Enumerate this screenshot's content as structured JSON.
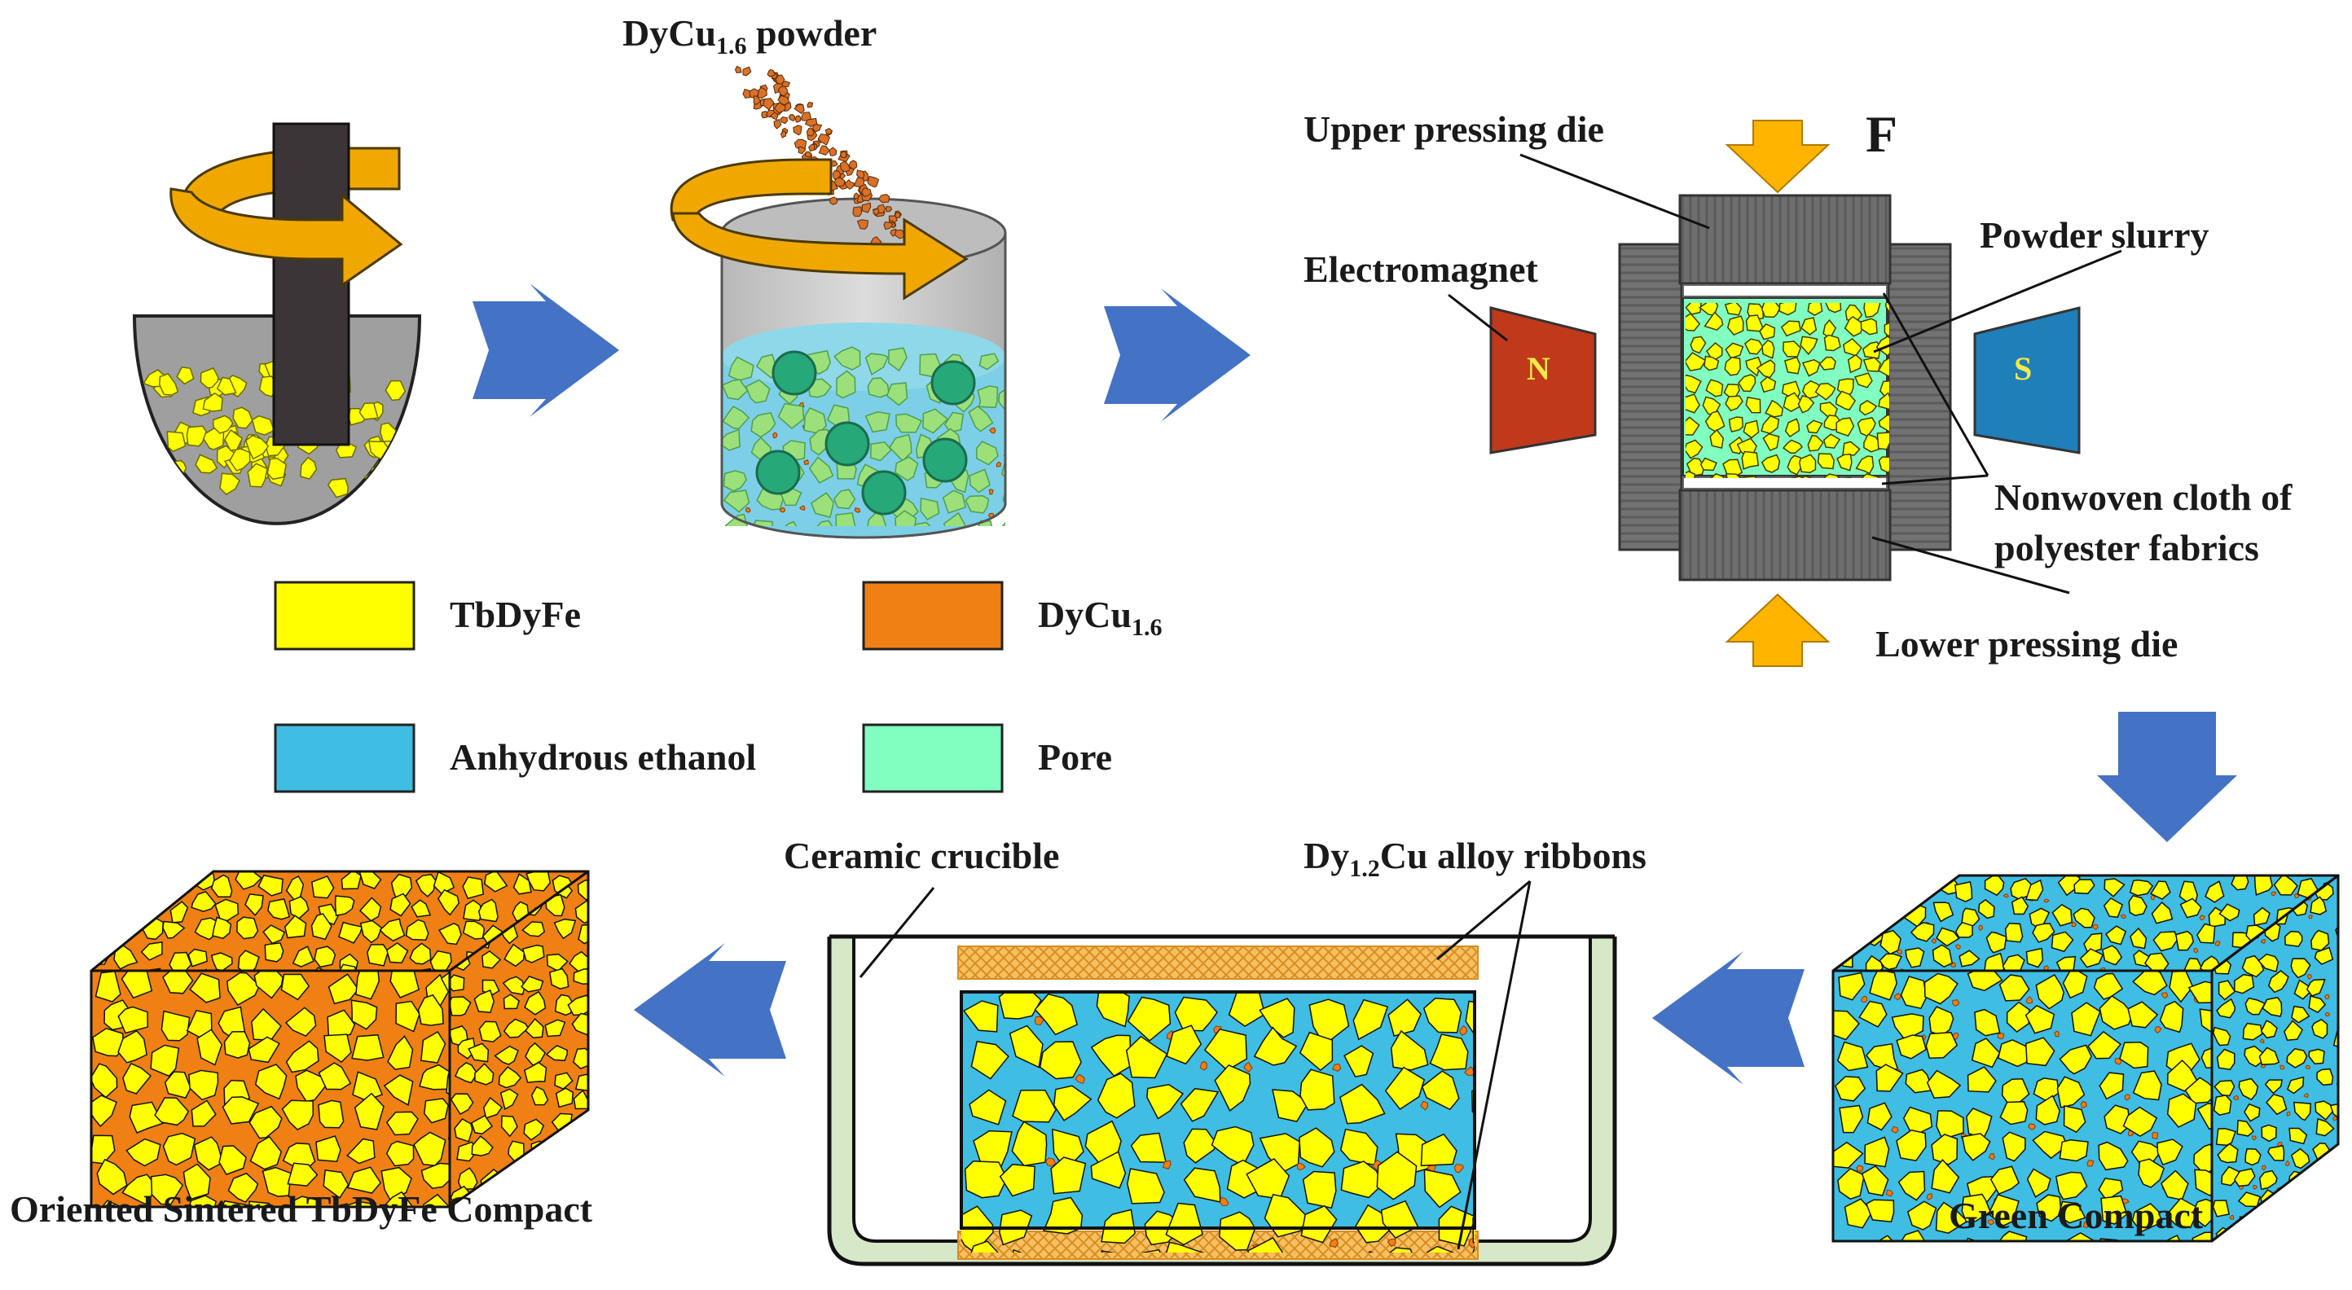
{
  "labels": {
    "dycu_powder": {
      "main": "DyCu",
      "sub": "1.6",
      "tail": " powder"
    },
    "upper_die": "Upper pressing die",
    "force": "F",
    "powder_slurry": "Powder slurry",
    "electromagnet": "Electromagnet",
    "pole_n": "N",
    "pole_s": "S",
    "nonwoven_1": "Nonwoven cloth of",
    "nonwoven_2": "polyester fabrics",
    "lower_die": "Lower pressing die",
    "ceramic_crucible": "Ceramic crucible",
    "ribbons": {
      "pre": "Dy",
      "sub": "1.2",
      "post": "Cu alloy ribbons"
    },
    "oriented_compact": "Oriented Sintered TbDyFe Compact",
    "green_compact": "Green Compact"
  },
  "legend": [
    {
      "id": "tbdyfe",
      "label": "TbDyFe",
      "sub": "",
      "color": "#ffff00"
    },
    {
      "id": "dycu",
      "label": "DyCu",
      "sub": "1.6",
      "color": "#f07f14"
    },
    {
      "id": "ethanol",
      "label": "Anhydrous ethanol",
      "sub": "",
      "color": "#3fbde3"
    },
    {
      "id": "pore",
      "label": "Pore",
      "sub": "",
      "color": "#80ffc0"
    }
  ],
  "colors": {
    "grain": "#ffff00",
    "dycu": "#f07f14",
    "ethanol": "#3fbde3",
    "pore": "#80ffc0",
    "process_arrow": "#4472c4",
    "force_arrow": "#ffb400",
    "rotation_arrow": "#f0a800",
    "die": "#6e6e6e",
    "magnet_n": "#c0391b",
    "magnet_s": "#1f7fb8",
    "crucible": "#d6e8c8",
    "ribbon": "#f6c060"
  }
}
